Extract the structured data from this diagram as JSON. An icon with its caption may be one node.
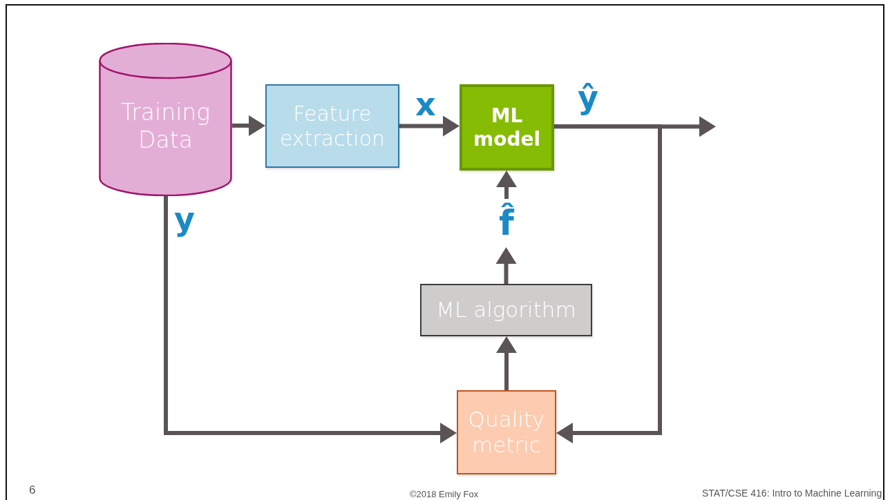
{
  "diagram": {
    "nodes": [
      {
        "text": [
          "Training Data"
        ]
      },
      {
        "text": [
          "Feature extraction"
        ]
      },
      {
        "text": [
          "ML model"
        ]
      },
      {
        "text": [
          "ML algorithm"
        ]
      },
      {
        "text": [
          "Quality metric"
        ]
      },
      {
        "text": [
          "f̂"
        ]
      }
    ],
    "edges": [
      {
        "from": 0,
        "to": 1,
        "arrow": "to"
      },
      {
        "from": 1,
        "to": 2,
        "arrow": "to",
        "label": "x"
      },
      {
        "from": 3,
        "to": 5,
        "arrow": "to"
      },
      {
        "from": 5,
        "to": 2,
        "arrow": "to"
      },
      {
        "from": 4,
        "to": 3,
        "arrow": "to"
      },
      {
        "from": 2,
        "to": null,
        "arrow": "to",
        "label": "ŷ"
      },
      {
        "from": 2,
        "to": 4,
        "arrow": "to"
      },
      {
        "from": 0,
        "to": 4,
        "arrow": "to",
        "label": "y"
      }
    ],
    "labels": [
      "6",
      "©2018 Emily Fox",
      "STAT/CSE 416: Intro to Machine Learning"
    ]
  }
}
